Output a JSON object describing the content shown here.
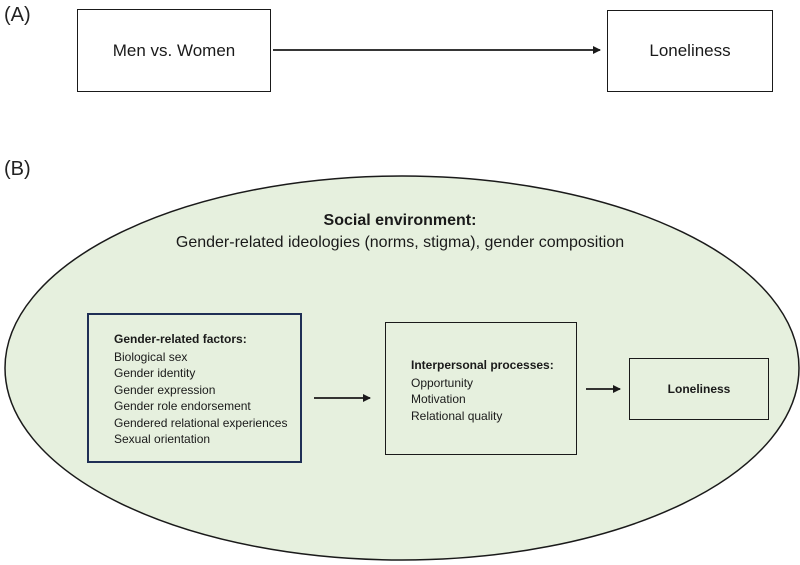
{
  "panelA": {
    "label": "(A)",
    "source_box": "Men vs. Women",
    "target_box": "Loneliness"
  },
  "panelB": {
    "label": "(B)",
    "environment": {
      "heading": "Social environment:",
      "subheading": "Gender-related ideologies (norms, stigma), gender composition"
    },
    "factors": {
      "heading": "Gender-related factors:",
      "items": [
        "Biological sex",
        "Gender identity",
        "Gender expression",
        "Gender role endorsement",
        "Gendered relational experiences",
        "Sexual orientation"
      ]
    },
    "processes": {
      "heading": "Interpersonal processes:",
      "items": [
        "Opportunity",
        "Motivation",
        "Relational quality"
      ]
    },
    "outcome": "Loneliness"
  },
  "colors": {
    "ellipse_fill": "#e6f0de",
    "factors_border": "#1f2f55",
    "line": "#1a1a1a"
  }
}
